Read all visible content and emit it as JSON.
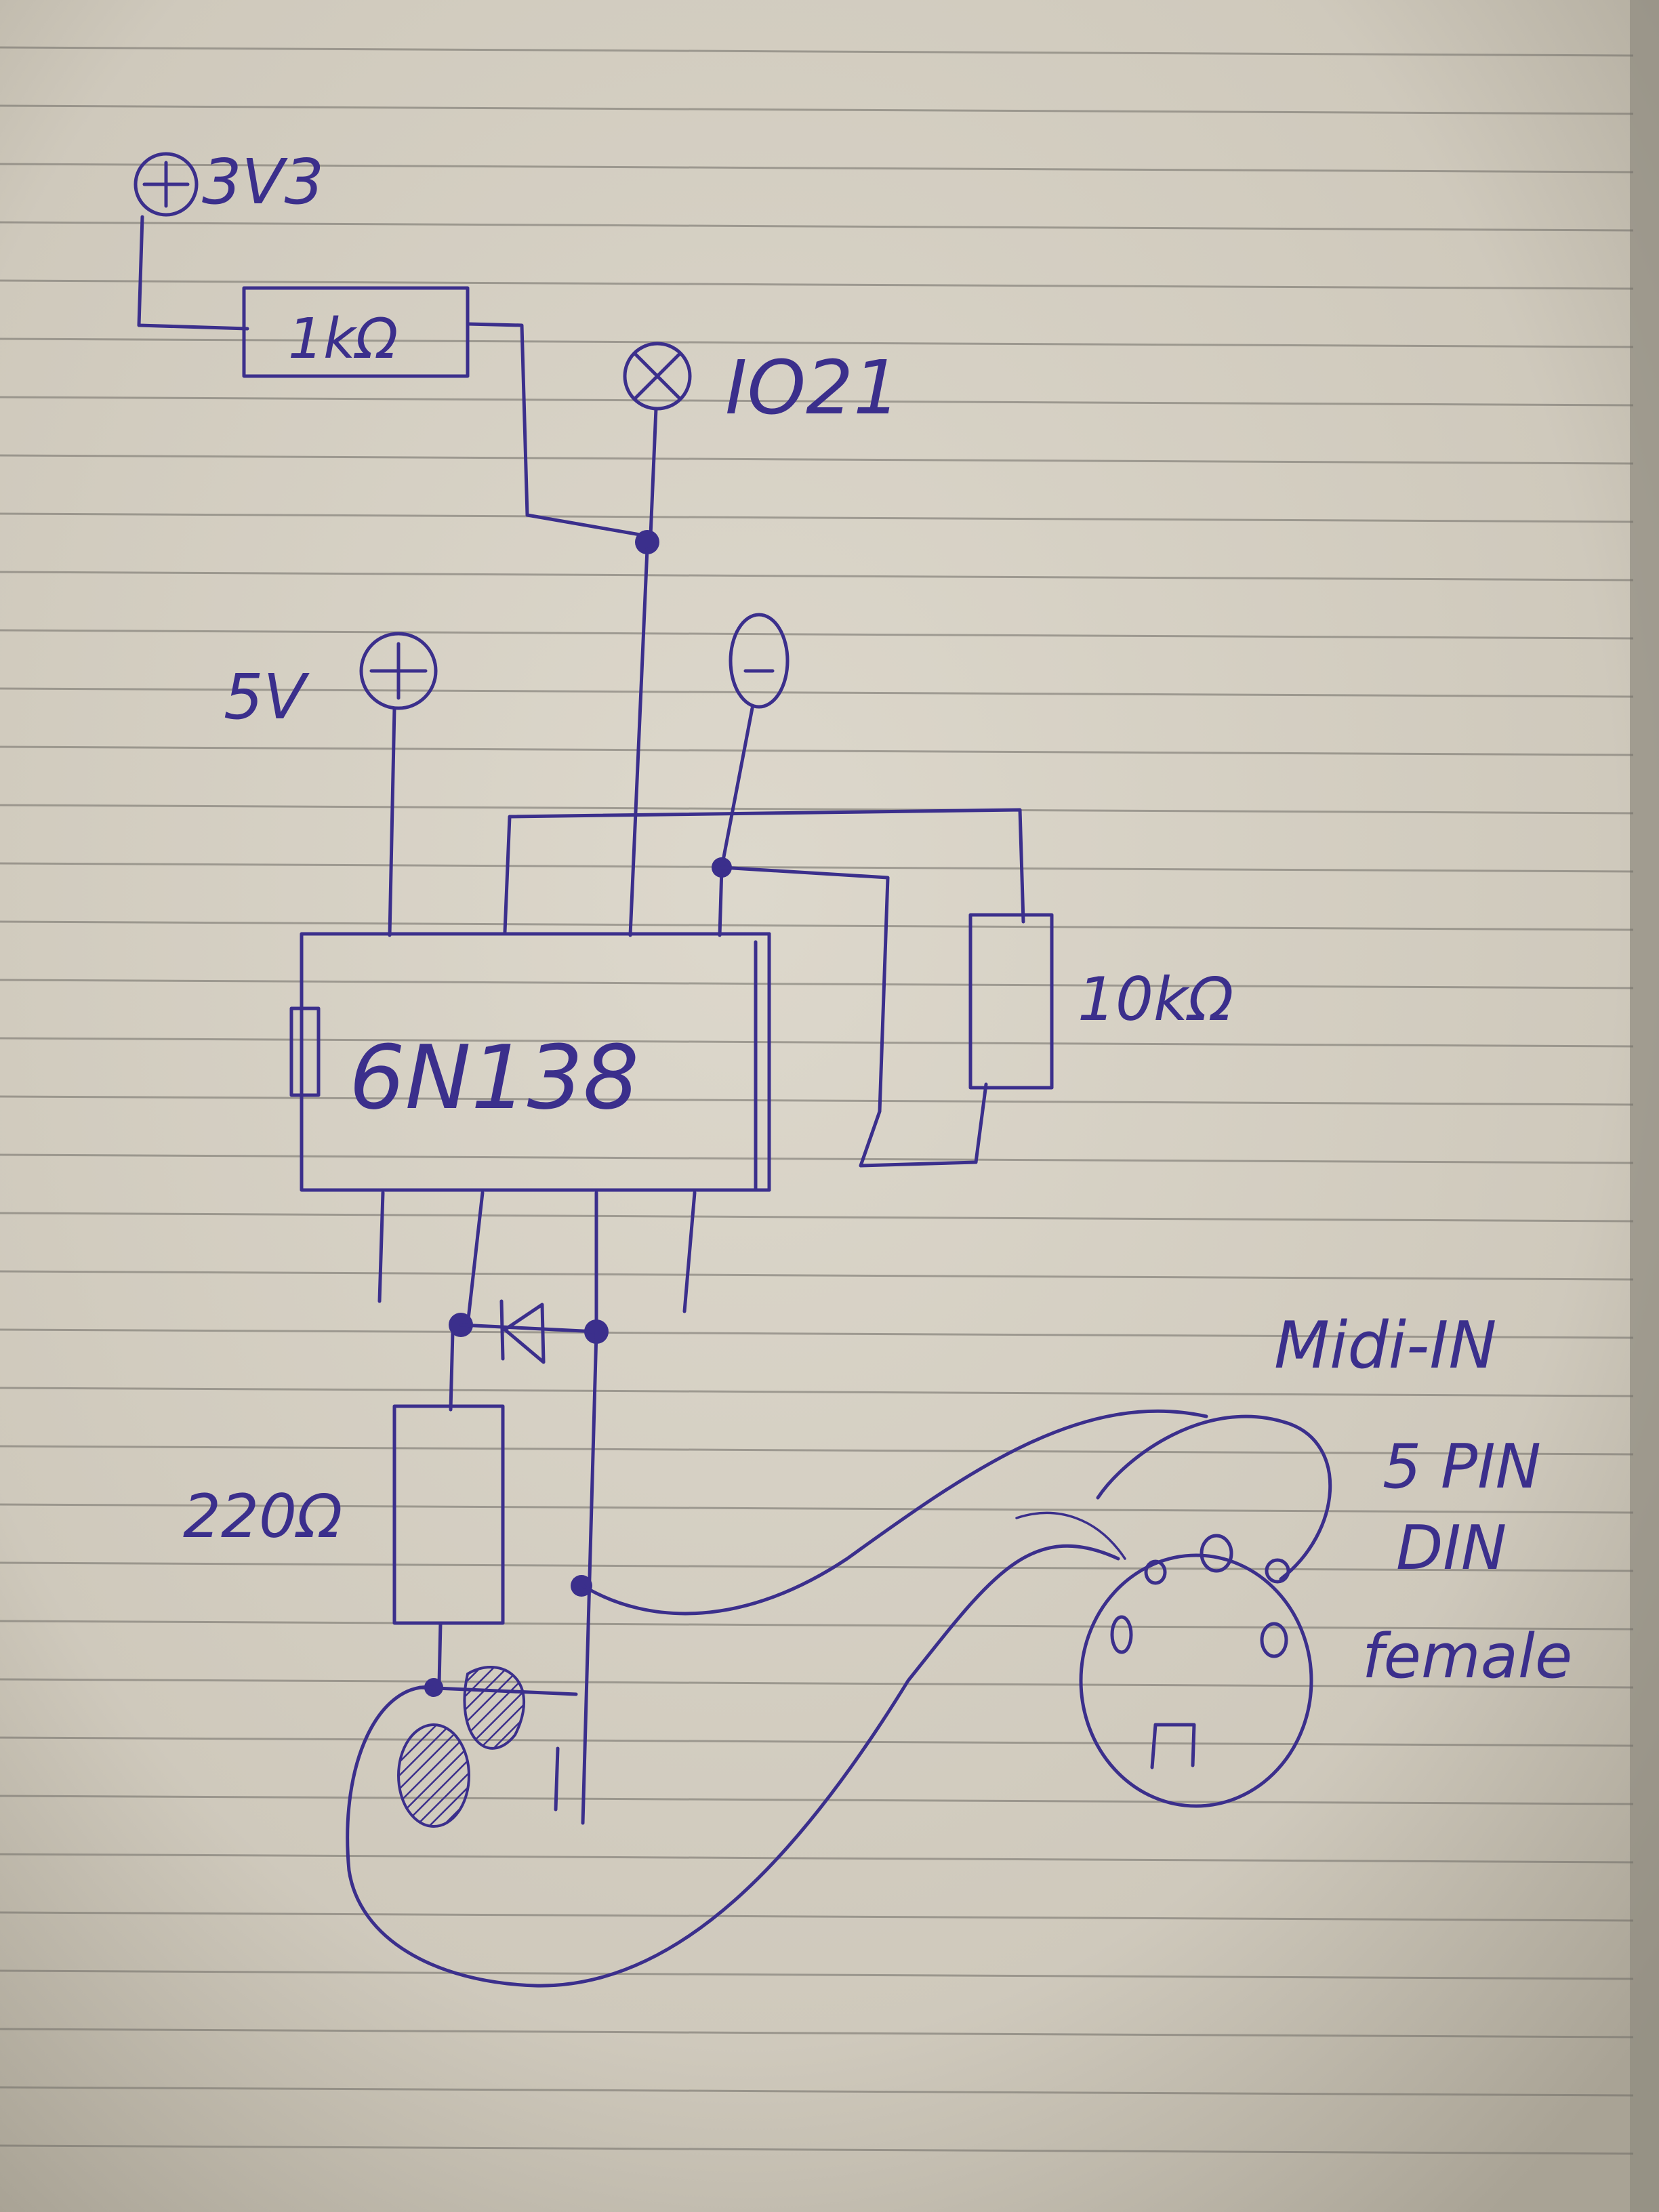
{
  "labels": {
    "supply_3v3": "3V3",
    "resistor_1k": "1kΩ",
    "io_pin": "IO21",
    "supply_5v": "5V",
    "chip": "6N138",
    "resistor_10k": "10kΩ",
    "resistor_220": "220Ω",
    "connector_title": "Midi-IN",
    "connector_line1": "5 PIN",
    "connector_line2": "DIN",
    "connector_line3": "female"
  },
  "colors": {
    "paper": "#d9d4c8",
    "paper_shadow": "#a9a395",
    "ink": "#3b2f8c",
    "rule": "#6f6c66"
  },
  "paper": {
    "ruled_lines": 37
  }
}
